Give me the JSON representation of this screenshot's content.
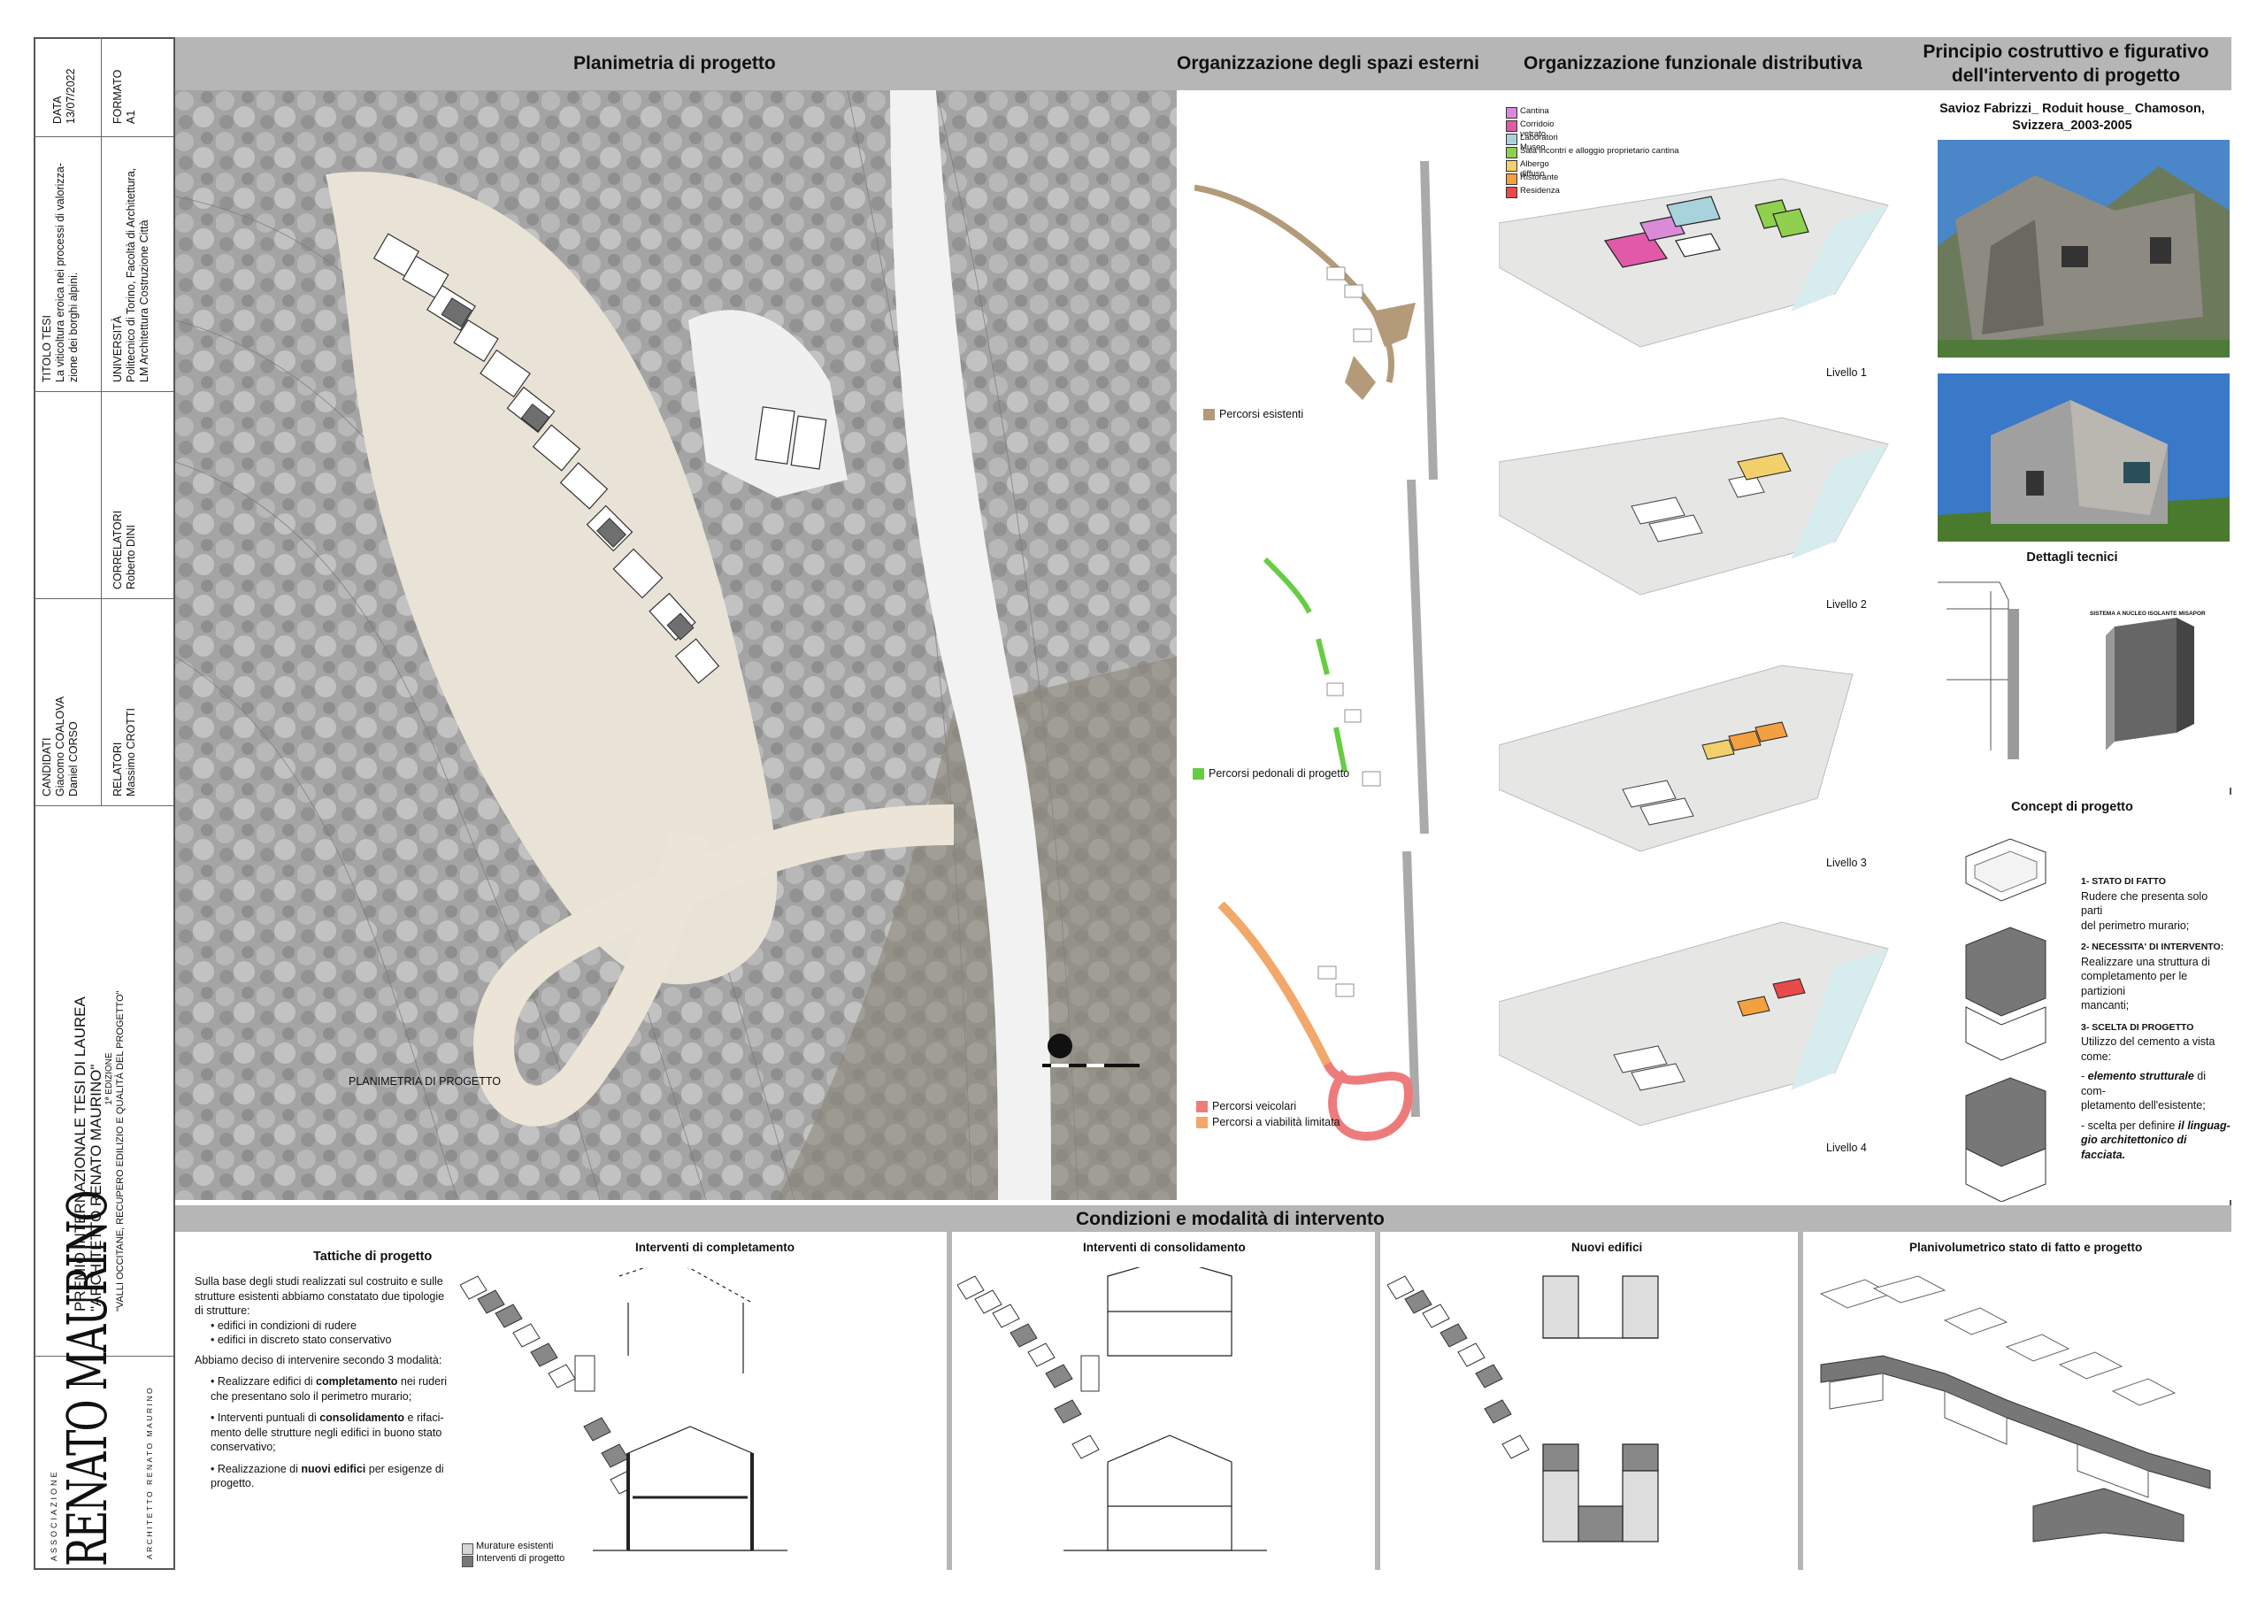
{
  "sidebar": {
    "data_label": "DATA",
    "data_value": "13/07/2022",
    "formato_label": "FORMATO",
    "formato_value": "A1",
    "titolo_label": "TITOLO TESI",
    "titolo_line1": "La viticoltura eroica nei processi di valorizza-",
    "titolo_line2": "zione dei borghi alpini.",
    "universita_label": "UNIVERSITÀ",
    "universita_line1": "Politecnico di Torino, Facoltà di Architettura,",
    "universita_line2": "LM Architettura Costruzione Città",
    "correlatori_label": "CORRELATORI",
    "correlatori_value": "Roberto DINI",
    "candidati_label": "CANDIDATI",
    "candidati_1": "Giacomo COALOVA",
    "candidati_2": "Daniel CORSO",
    "relatori_label": "RELATORI",
    "relatori_value": "Massimo CROTTI",
    "premio_line1": "PREMIO INTERNAZIONALE  TESI DI LAUREA",
    "premio_line2": "\"ARCHITETTO RENATO MAURINO\"",
    "edizione": "1ª EDIZIONE",
    "valli": "\"VALLI OCCITANE, RECUPERO EDILIZIO E QUALITÀ DEL PROGETTO\"",
    "assoc_top": "ASSOCIAZIONE",
    "assoc_logo": "RENATO MAURINO",
    "assoc_bottom": "ARCHITETTO RENATO MAURINO"
  },
  "banners": {
    "planimetria": "Planimetria di progetto",
    "esterni": "Organizzazione degli spazi esterni",
    "funzionale": "Organizzazione funzionale distributiva",
    "principio_line1": "Principio costruttivo e figurativo",
    "principio_line2": "dell'intervento di progetto",
    "condizioni": "Condizioni e modalità di intervento"
  },
  "planimetria": {
    "label": "PLANIMETRIA DI PROGETTO"
  },
  "esterni": {
    "legend1": "Percorsi esistenti",
    "legend2": "Percorsi pedonali di progetto",
    "legend3": "Percorsi veicolari",
    "legend4": "Percorsi a viabilità limitata",
    "colors": {
      "existing": "#b39a78",
      "pedestrian": "#66cc44",
      "vehicular": "#ee7b7b",
      "limited": "#f2a86a"
    }
  },
  "funzionale": {
    "legend": [
      {
        "label": "Cantina",
        "color": "#d98ad8"
      },
      {
        "label": "Corridoio vetrato",
        "color": "#e05aa8"
      },
      {
        "label": "Laboratori Museo",
        "color": "#a9d3dc"
      },
      {
        "label": "Sala incontri e alloggio proprietario cantina",
        "color": "#8fd14f"
      },
      {
        "label": "Albergo diffuso",
        "color": "#f2d06b"
      },
      {
        "label": "Ristorante",
        "color": "#f2a040"
      },
      {
        "label": "Residenza",
        "color": "#e84a4a"
      }
    ],
    "levels": [
      "Livello 1",
      "Livello 2",
      "Livello 3",
      "Livello 4"
    ]
  },
  "principio": {
    "ref_line1": "Savioz Fabrizzi_ Roduit house_ Chamoson,",
    "ref_line2": "Svizzera_2003-2005",
    "dettagli": "Dettagli tecnici",
    "sistema": "SISTEMA A NUCLEO ISOLANTE MISAPOR",
    "concept_title": "Concept di progetto",
    "step1_title": "1- STATO DI FATTO",
    "step1_l1": "Rudere che presenta solo parti",
    "step1_l2": "del perimetro murario;",
    "step2_title": "2- NECESSITA' DI INTERVENTO:",
    "step2_l1": "Realizzare una struttura di",
    "step2_l2": "completamento per le partizioni",
    "step2_l3": "mancanti;",
    "step3_title": "3- SCELTA DI PROGETTO",
    "step3_l1": "Utilizzo del cemento a vista",
    "step3_l2": "come:",
    "step3_b1a": " - ",
    "step3_b1b": "elemento strutturale",
    "step3_b1c": " di com-",
    "step3_b1d": "pletamento dell'esistente;",
    "step3_b2a": " - scelta per definire ",
    "step3_b2b": "il linguag-",
    "step3_b2c": "gio architettonico di facciata."
  },
  "condizioni": {
    "tattiche_title": "Tattiche di progetto",
    "p1": "Sulla base degli studi realizzati sul costruito e sulle",
    "p2": "strutture esistenti abbiamo constatato due tipologie",
    "p3": "di strutture:",
    "b1": "edifici in condizioni di rudere",
    "b2": "edifici in discreto stato conservativo",
    "p4": "Abbiamo deciso di intervenire secondo 3 modalità:",
    "m1a": "Realizzare edifici di ",
    "m1b": "completamento",
    "m1c": " nei ruderi",
    "m1d": "che presentano solo il perimetro murario;",
    "m2a": "Interventi puntuali di ",
    "m2b": "consolidamento",
    "m2c": " e rifaci-",
    "m2d": "mento delle strutture negli edifici in buono stato",
    "m2e": "conservativo;",
    "m3a": "Realizzazione di ",
    "m3b": "nuovi edifici",
    "m3c": " per esigenze di",
    "m3d": "progetto.",
    "col1_title": "Interventi di completamento",
    "col2_title": "Interventi di consolidamento",
    "col3_title": "Nuovi edifici",
    "col4_title": "Planivolumetrico stato di fatto e progetto",
    "leg1": "Murature esistenti",
    "leg2": "Interventi di progetto"
  }
}
